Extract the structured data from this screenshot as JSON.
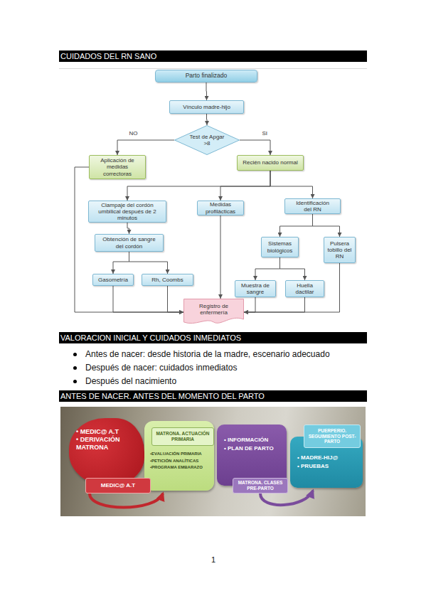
{
  "diagram": {
    "title": "CUIDADOS DEL RN SANO",
    "nodes": [
      {
        "text": [
          "Parto finalizado"
        ]
      },
      {
        "text": [
          "Vínculo madre-hijo"
        ]
      },
      {
        "text": [
          "Test de Apgar >8"
        ]
      },
      {
        "text": [
          "Aplicación de medidas correctoras"
        ]
      },
      {
        "text": [
          "Recién nacido normal"
        ]
      },
      {
        "text": [
          "Clampaje del cordón umbilical después de 2 minutos"
        ]
      },
      {
        "text": [
          "Medidas profilácticas"
        ]
      },
      {
        "text": [
          "Identificación del RN"
        ]
      },
      {
        "text": [
          "Obtención de sangre del cordón"
        ]
      },
      {
        "text": [
          "Sistemas biológicos"
        ]
      },
      {
        "text": [
          "Pulsera tobillo del RN"
        ]
      },
      {
        "text": [
          "Gasometría"
        ]
      },
      {
        "text": [
          "Rh, Coombs"
        ]
      },
      {
        "text": [
          "Muestra de sangre"
        ]
      },
      {
        "text": [
          "Huella dactilar"
        ]
      },
      {
        "text": [
          "Registro de enfermería"
        ]
      },
      {
        "text": [
          "VALORACION INICIAL Y CUIDADOS INMEDIATOS"
        ]
      },
      {
        "text": [
          "ANTES DE NACER. ANTES DEL MOMENTO DEL PARTO"
        ]
      },
      {
        "text": [
          "• MEDIC@ A.T",
          "• DERIVACIÓN MATRONA"
        ]
      },
      {
        "text": [
          "MEDIC@ A.T"
        ]
      },
      {
        "text": [
          "•EVALUACIÓN PRIMARIA",
          "•PETICIÓN ANALÍTICAS",
          "•PROGRAMA EMBARAZO"
        ]
      },
      {
        "text": [
          "MATRONA. ACTUACIÓN PRIMARIA"
        ],
        "in": 20
      },
      {
        "text": [
          "• INFORMACIÓN",
          "• PLAN DE PARTO"
        ]
      },
      {
        "text": [
          "MATRONA. CLASES PRE-PARTO"
        ]
      },
      {
        "text": [
          "PUERPERIO. SEGUIMIENTO POST-PARTO"
        ]
      },
      {
        "text": [
          "• MADRE-HIJ@",
          "• PRUEBAS"
        ]
      }
    ],
    "edges": [
      {
        "from": 0,
        "to": 1,
        "arrow": "to"
      },
      {
        "from": 1,
        "to": 2,
        "arrow": "to"
      },
      {
        "from": 2,
        "to": 3,
        "label": "NO",
        "arrow": "to"
      },
      {
        "from": 2,
        "to": 4,
        "label": "SI",
        "arrow": "to"
      },
      {
        "from": 4,
        "to": 5,
        "arrow": "to"
      },
      {
        "from": 4,
        "to": 6,
        "arrow": "to"
      },
      {
        "from": 4,
        "to": 7,
        "arrow": "to"
      },
      {
        "from": 5,
        "to": 8,
        "arrow": "to"
      },
      {
        "from": 8,
        "to": 11,
        "arrow": "to"
      },
      {
        "from": 8,
        "to": 12,
        "arrow": "to"
      },
      {
        "from": 7,
        "to": 9,
        "arrow": "to"
      },
      {
        "from": 7,
        "to": 10,
        "arrow": "to"
      },
      {
        "from": 9,
        "to": 13,
        "arrow": "to"
      },
      {
        "from": 9,
        "to": 14,
        "arrow": "to"
      },
      {
        "from": 3,
        "to": 15,
        "arrow": "to"
      },
      {
        "from": 11,
        "to": 15,
        "arrow": "to"
      },
      {
        "from": 12,
        "to": 15,
        "arrow": "to"
      },
      {
        "from": 6,
        "to": 15,
        "arrow": "to"
      },
      {
        "from": 13,
        "to": 15,
        "arrow": "to"
      },
      {
        "from": 14,
        "to": 15,
        "arrow": "to"
      },
      {
        "from": 10,
        "to": 15,
        "arrow": "to"
      },
      {
        "from": 19,
        "to": 20,
        "arrow": "to"
      },
      {
        "from": 23,
        "to": 25,
        "arrow": "to"
      }
    ],
    "labels": [
      "Antes de nacer: desde historia de la madre, escenario adecuado",
      "Después de nacer: cuidados inmediatos",
      "Después del nacimiento",
      "1"
    ]
  }
}
